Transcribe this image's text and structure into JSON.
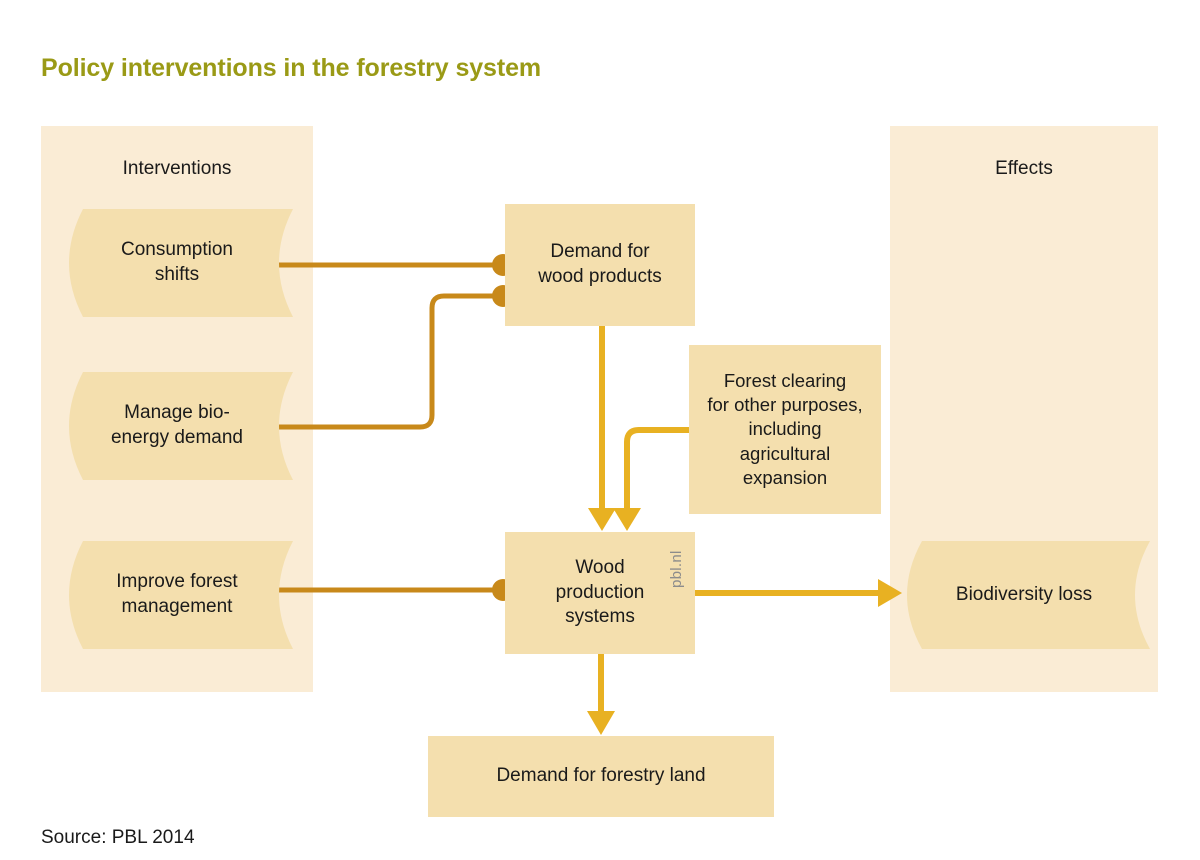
{
  "figure": {
    "title": "Policy interventions in the forestry system",
    "source": "Source: PBL 2014",
    "watermark": "pbl.nl",
    "title_color": "#9a9a16",
    "panel_color": "#faecd5",
    "node_color": "#f4dfae",
    "connector_color": "#c8891a",
    "arrow_color": "#e8b122"
  },
  "panels": [
    {
      "id": "interventions",
      "label": "Interventions"
    },
    {
      "id": "effects",
      "label": "Effects"
    }
  ],
  "nodes": {
    "consumption_shifts": {
      "label": "Consumption\nshifts",
      "shape": "banner",
      "group": "interventions"
    },
    "manage_bioenergy": {
      "label": "Manage bio-\nenergy demand",
      "shape": "banner",
      "group": "interventions"
    },
    "improve_forest_mgmt": {
      "label": "Improve forest\nmanagement",
      "shape": "banner",
      "group": "interventions"
    },
    "demand_wood": {
      "label": "Demand for\nwood products",
      "shape": "rect",
      "group": "system"
    },
    "forest_clearing": {
      "label": "Forest clearing\nfor other purposes,\nincluding\nagricultural\nexpansion",
      "shape": "rect",
      "group": "system"
    },
    "wood_production": {
      "label": "Wood\nproduction\nsystems",
      "shape": "rect",
      "group": "system"
    },
    "forestry_land": {
      "label": "Demand for forestry land",
      "shape": "rect",
      "group": "system"
    },
    "biodiversity_loss": {
      "label": "Biodiversity loss",
      "shape": "banner",
      "group": "effects"
    }
  },
  "edges": [
    {
      "from": "consumption_shifts",
      "to": "demand_wood",
      "style": "intervention-dot"
    },
    {
      "from": "manage_bioenergy",
      "to": "demand_wood",
      "style": "intervention-dot"
    },
    {
      "from": "improve_forest_mgmt",
      "to": "wood_production",
      "style": "intervention-dot"
    },
    {
      "from": "demand_wood",
      "to": "wood_production",
      "style": "arrow-down"
    },
    {
      "from": "forest_clearing",
      "to": "wood_production",
      "style": "arrow-down"
    },
    {
      "from": "wood_production",
      "to": "biodiversity_loss",
      "style": "arrow-right"
    },
    {
      "from": "wood_production",
      "to": "forestry_land",
      "style": "arrow-down"
    }
  ]
}
